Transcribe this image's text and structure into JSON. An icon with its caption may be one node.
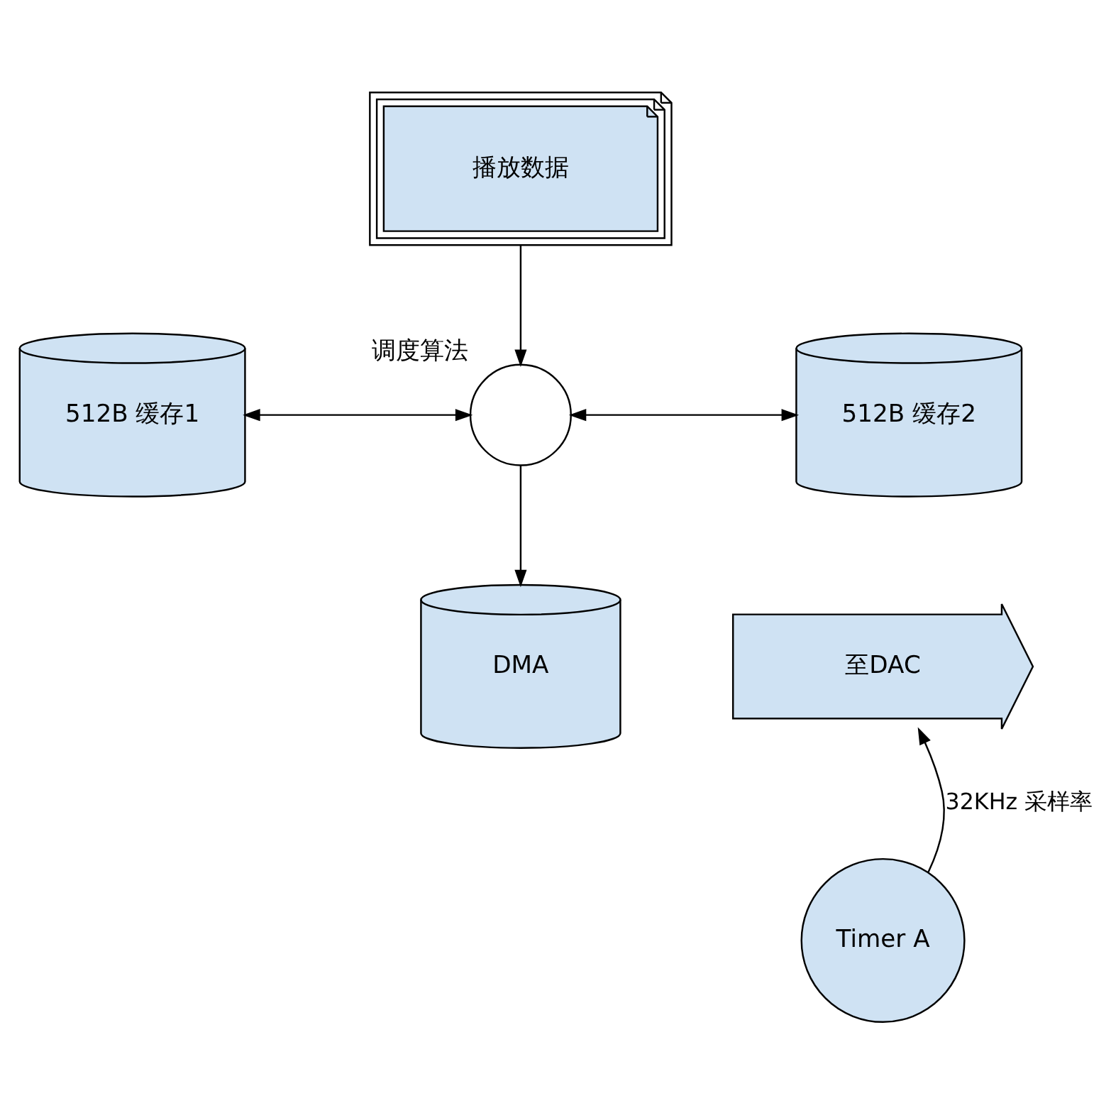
{
  "diagram": {
    "nodes": [
      {
        "text": [
          "播放数据"
        ]
      },
      {
        "text": [
          "512B 缓存1"
        ]
      },
      {
        "text": [],
        "shape": "circle",
        "beside": [
          "调度算法"
        ]
      },
      {
        "text": [
          "512B 缓存2"
        ]
      },
      {
        "text": [
          "DMA"
        ]
      },
      {
        "text": [
          "至DAC"
        ]
      },
      {
        "text": [
          "Timer A"
        ]
      }
    ],
    "edges": [
      {
        "from": 0,
        "to": 2,
        "arrow": "to"
      },
      {
        "from": 1,
        "to": 2,
        "arrow": "both"
      },
      {
        "from": 2,
        "to": 3,
        "arrow": "both"
      },
      {
        "from": 2,
        "to": 4,
        "arrow": "to"
      },
      {
        "from": 6,
        "to": 5,
        "arrow": "to",
        "label": "32KHz 采样率"
      }
    ]
  }
}
